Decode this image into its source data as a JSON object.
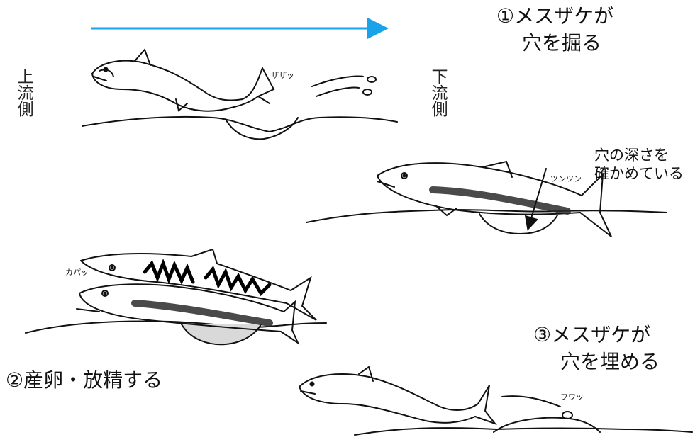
{
  "steps": {
    "step1": {
      "line1": "①メスザケが",
      "line2": "穴を掘る"
    },
    "step2": {
      "label": "②産卵・放精する"
    },
    "step3": {
      "line1": "③メスザケが",
      "line2": "穴を埋める"
    }
  },
  "directions": {
    "upstream": "上流側",
    "downstream": "下流側"
  },
  "annotation": {
    "line1": "穴の深さを",
    "line2": "確かめている"
  },
  "sounds": {
    "dig": "ザザッ",
    "check": "ツンツン",
    "spawn": "カパッ",
    "cover": "フワッ"
  },
  "colors": {
    "arrow": "#1aa3e8",
    "ink": "#111111",
    "stripe": "#2a2a2a",
    "egg_pit": "#d9d9d9"
  }
}
